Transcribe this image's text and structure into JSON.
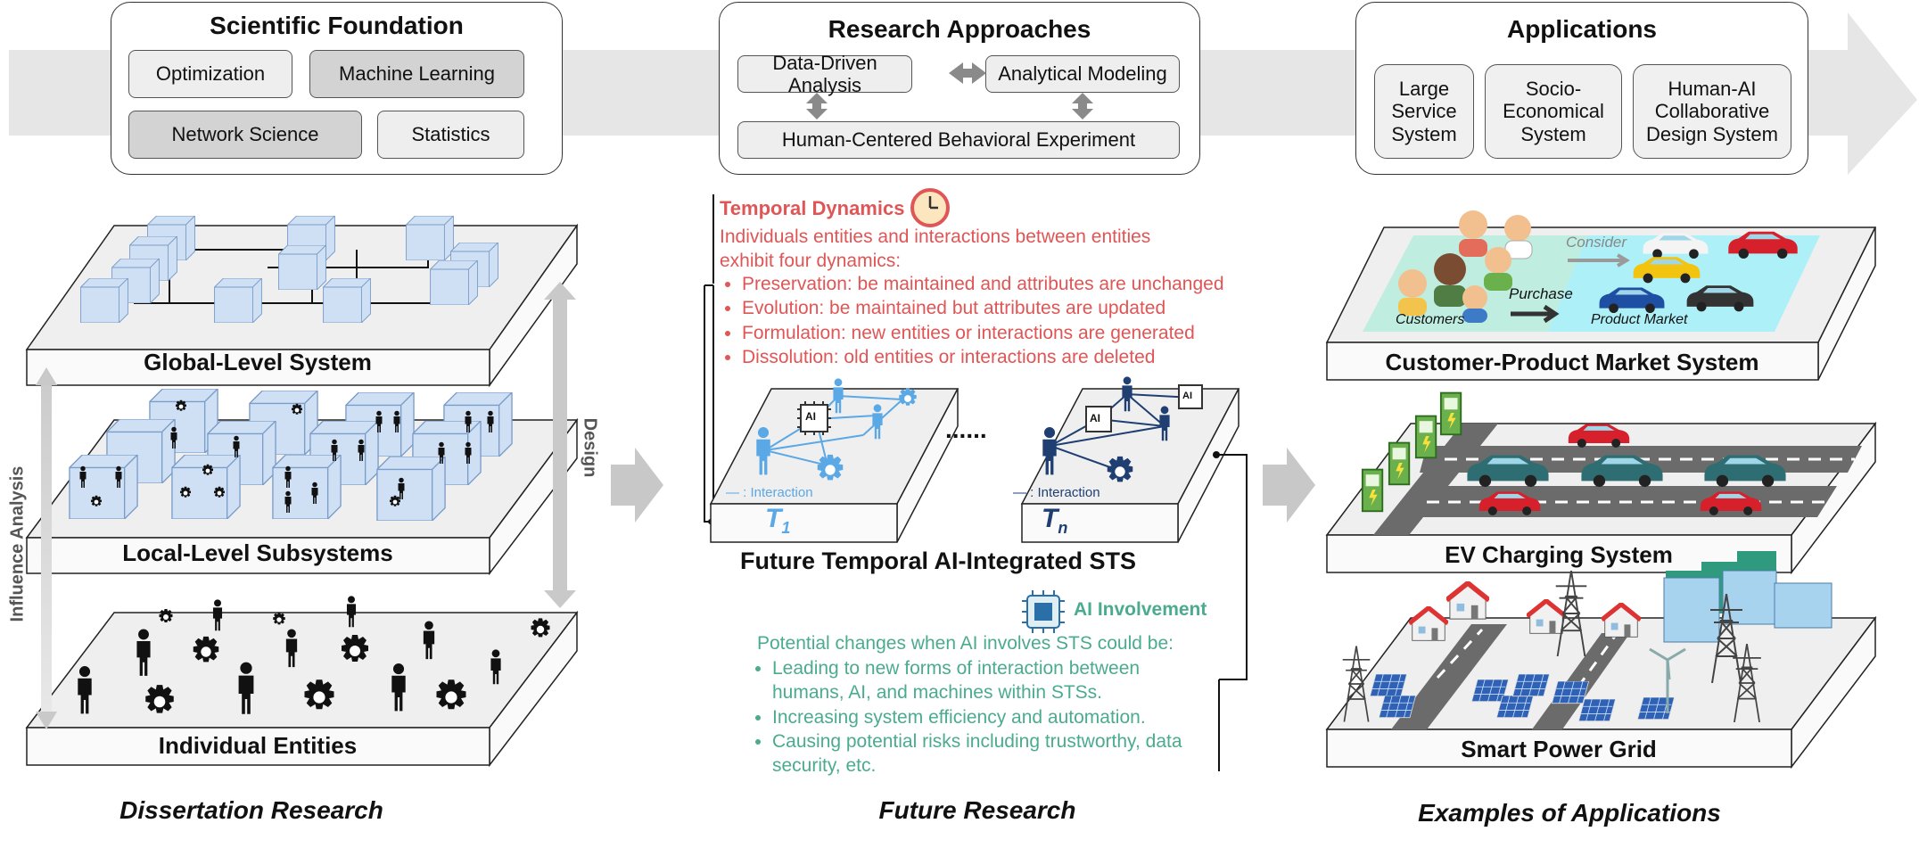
{
  "scientific_foundation": {
    "title": "Scientific Foundation",
    "items": [
      "Optimization",
      "Machine Learning",
      "Network Science",
      "Statistics"
    ]
  },
  "research_approaches": {
    "title": "Research Approaches",
    "items": [
      "Data-Driven Analysis",
      "Analytical Modeling",
      "Human-Centered Behavioral Experiment"
    ]
  },
  "applications": {
    "title": "Applications",
    "items": [
      "Large\nService\nSystem",
      "Socio-\nEconomical\nSystem",
      "Human-AI\nCollaborative\nDesign System"
    ]
  },
  "dissertation": {
    "layers": [
      "Global-Level System",
      "Local-Level Subsystems",
      "Individual Entities"
    ],
    "left_arrow_label": "Influence Analysis",
    "right_arrow_label": "Design",
    "footer": "Dissertation Research"
  },
  "temporal_dynamics": {
    "title": "Temporal Dynamics",
    "intro": "Individuals entities and interactions between entities exhibit four dynamics:",
    "items": [
      "Preservation: be maintained and attributes are unchanged",
      "Evolution: be maintained but attributes are updated",
      "Formulation: new entities or interactions are generated",
      "Dissolution: old entities or interactions are deleted"
    ]
  },
  "future_sts": {
    "interaction_label": "— : Interaction",
    "t1_label": "T",
    "t1_sub": "1",
    "tn_label": "T",
    "tn_sub": "n",
    "ellipsis": "......",
    "ai_chip_label": "AI",
    "title": "Future Temporal AI-Integrated STS",
    "footer": "Future Research"
  },
  "ai_involvement": {
    "title": "AI Involvement",
    "intro": "Potential changes when AI involves STS could be:",
    "items": [
      "Leading to new forms of interaction between humans, AI, and machines within STSs.",
      "Increasing system efficiency and automation.",
      "Causing potential risks including trustworthy, data security, etc."
    ]
  },
  "examples": {
    "market_labels": {
      "customers": "Customers",
      "product_market": "Product Market",
      "consider": "Consider",
      "purchase": "Purchase"
    },
    "platform_titles": [
      "Customer-Product Market System",
      "EV Charging System",
      "Smart Power Grid"
    ],
    "footer": "Examples of Applications"
  },
  "colors": {
    "temporal_red": "#e05555",
    "ai_teal": "#4bab8f",
    "cube_blue": "#cfe0f5",
    "t1_blue": "#5aa8e6",
    "tn_navy": "#1f3f73",
    "customer_green": "#bfeee0",
    "market_cyan": "#aef0f7"
  }
}
